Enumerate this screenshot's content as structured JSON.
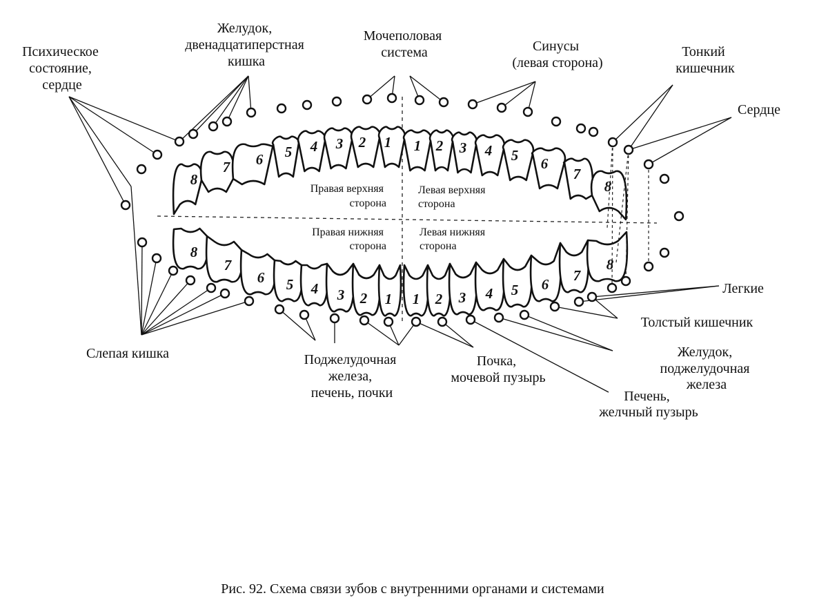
{
  "labels": {
    "psych": [
      "Психическое",
      "состояние,",
      "сердце"
    ],
    "stomach_duodenum": [
      "Желудок,",
      "двенадцатиперстная",
      "кишка"
    ],
    "urogenital": [
      "Мочеполовая",
      "система"
    ],
    "sinuses": [
      "Синусы",
      "(левая сторона)"
    ],
    "small_intestine": [
      "Тонкий",
      "кишечник"
    ],
    "heart": [
      "Сердце"
    ],
    "lungs": [
      "Легкие"
    ],
    "large_intestine": [
      "Толстый кишечник"
    ],
    "stomach_pancreas": [
      "Желудок,",
      "поджелудочная",
      "железа"
    ],
    "liver_gallbladder": [
      "Печень,",
      "желчный пузырь"
    ],
    "kidney_bladder": [
      "Почка,",
      "мочевой пузырь"
    ],
    "pancreas_liver_kidneys": [
      "Поджелудочная",
      "железа,",
      "печень, почки"
    ],
    "cecum": [
      "Слепая кишка"
    ]
  },
  "quadrants": {
    "upper_right": [
      "Правая верхняя",
      "сторона"
    ],
    "upper_left": [
      "Левая верхняя",
      "сторона"
    ],
    "lower_right": [
      "Правая нижняя",
      "сторона"
    ],
    "lower_left": [
      "Левая нижняя",
      "сторона"
    ]
  },
  "teeth": {
    "upper_right": [
      "8",
      "7",
      "6",
      "5",
      "4",
      "3",
      "2",
      "1"
    ],
    "upper_left": [
      "1",
      "2",
      "3",
      "4",
      "5",
      "6",
      "7",
      "8"
    ],
    "lower_right": [
      "8",
      "7",
      "6",
      "5",
      "4",
      "3",
      "2",
      "1"
    ],
    "lower_left": [
      "1",
      "2",
      "3",
      "4",
      "5",
      "6",
      "7",
      "8"
    ]
  },
  "caption": "Рис. 92. Схема связи зубов с внутренними органами и системами"
}
